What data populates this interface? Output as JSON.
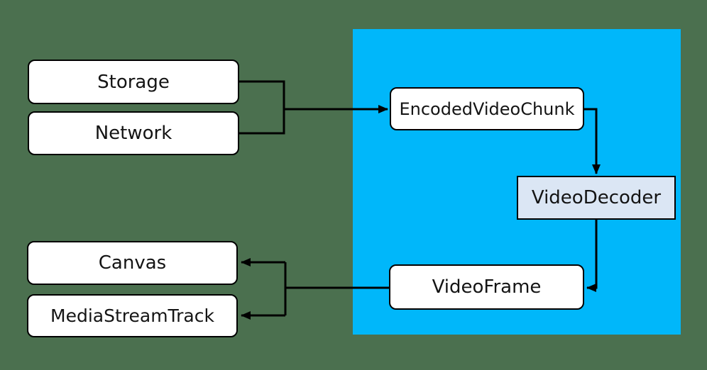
{
  "diagram": {
    "colors": {
      "background": "#4b704f",
      "region": "#00b7fa",
      "node_fill": "#ffffff",
      "node_border": "#000000",
      "decoder_fill": "#dbe6f4",
      "connector": "#000000",
      "text": "#141414"
    },
    "nodes": {
      "storage": {
        "label": "Storage"
      },
      "network": {
        "label": "Network"
      },
      "encoded_video_chunk": {
        "label": "EncodedVideoChunk"
      },
      "video_decoder": {
        "label": "VideoDecoder"
      },
      "video_frame": {
        "label": "VideoFrame"
      },
      "canvas": {
        "label": "Canvas"
      },
      "media_stream_track": {
        "label": "MediaStreamTrack"
      }
    },
    "edges": [
      {
        "from": "Storage",
        "to": "EncodedVideoChunk"
      },
      {
        "from": "Network",
        "to": "EncodedVideoChunk"
      },
      {
        "from": "EncodedVideoChunk",
        "to": "VideoDecoder"
      },
      {
        "from": "VideoDecoder",
        "to": "VideoFrame"
      },
      {
        "from": "VideoFrame",
        "to": "Canvas"
      },
      {
        "from": "VideoFrame",
        "to": "MediaStreamTrack"
      }
    ]
  }
}
